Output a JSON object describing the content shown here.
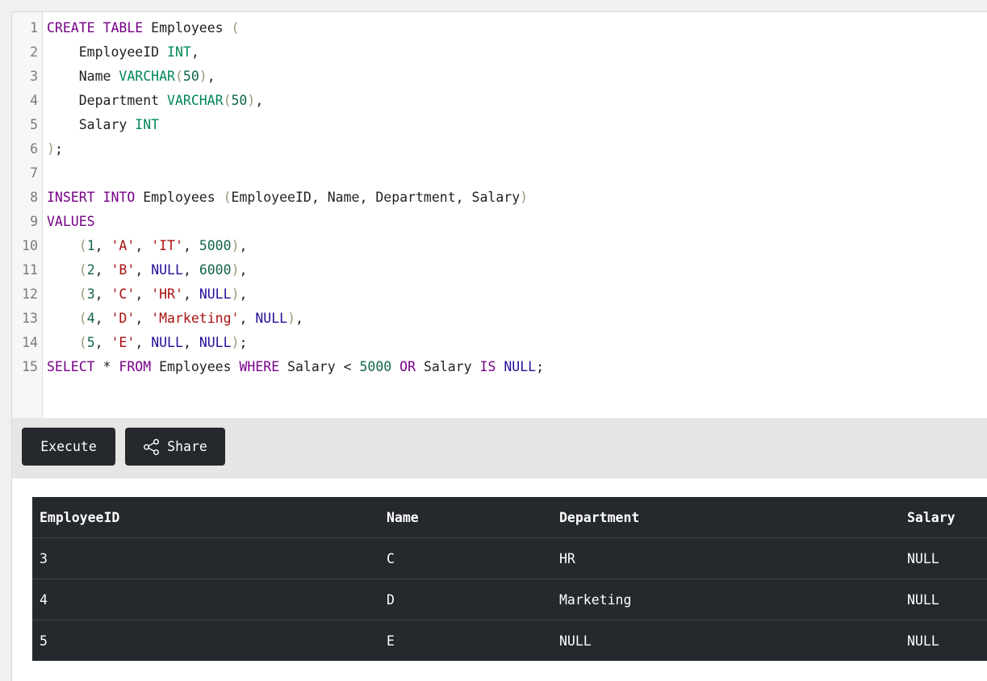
{
  "editor": {
    "line_numbers": [
      "1",
      "2",
      "3",
      "4",
      "5",
      "6",
      "7",
      "8",
      "9",
      "10",
      "11",
      "12",
      "13",
      "14",
      "15"
    ],
    "lines": [
      [
        {
          "t": "CREATE",
          "c": "kw"
        },
        {
          "t": " ",
          "c": "id"
        },
        {
          "t": "TABLE",
          "c": "kw"
        },
        {
          "t": " Employees ",
          "c": "id"
        },
        {
          "t": "(",
          "c": "pn"
        }
      ],
      [
        {
          "t": "    EmployeeID ",
          "c": "id"
        },
        {
          "t": "INT",
          "c": "ty"
        },
        {
          "t": ",",
          "c": "id"
        }
      ],
      [
        {
          "t": "    Name ",
          "c": "id"
        },
        {
          "t": "VARCHAR",
          "c": "ty"
        },
        {
          "t": "(",
          "c": "pn"
        },
        {
          "t": "50",
          "c": "num"
        },
        {
          "t": ")",
          "c": "pn"
        },
        {
          "t": ",",
          "c": "id"
        }
      ],
      [
        {
          "t": "    Department ",
          "c": "id"
        },
        {
          "t": "VARCHAR",
          "c": "ty"
        },
        {
          "t": "(",
          "c": "pn"
        },
        {
          "t": "50",
          "c": "num"
        },
        {
          "t": ")",
          "c": "pn"
        },
        {
          "t": ",",
          "c": "id"
        }
      ],
      [
        {
          "t": "    Salary ",
          "c": "id"
        },
        {
          "t": "INT",
          "c": "ty"
        }
      ],
      [
        {
          "t": ")",
          "c": "pn"
        },
        {
          "t": ";",
          "c": "id"
        }
      ],
      [],
      [
        {
          "t": "INSERT",
          "c": "kw"
        },
        {
          "t": " ",
          "c": "id"
        },
        {
          "t": "INTO",
          "c": "kw"
        },
        {
          "t": " Employees ",
          "c": "id"
        },
        {
          "t": "(",
          "c": "pn"
        },
        {
          "t": "EmployeeID, Name, Department, Salary",
          "c": "id"
        },
        {
          "t": ")",
          "c": "pn"
        }
      ],
      [
        {
          "t": "VALUES",
          "c": "kw"
        }
      ],
      [
        {
          "t": "    ",
          "c": "id"
        },
        {
          "t": "(",
          "c": "pn"
        },
        {
          "t": "1",
          "c": "num"
        },
        {
          "t": ", ",
          "c": "id"
        },
        {
          "t": "'A'",
          "c": "str"
        },
        {
          "t": ", ",
          "c": "id"
        },
        {
          "t": "'IT'",
          "c": "str"
        },
        {
          "t": ", ",
          "c": "id"
        },
        {
          "t": "5000",
          "c": "num"
        },
        {
          "t": ")",
          "c": "pn"
        },
        {
          "t": ",",
          "c": "id"
        }
      ],
      [
        {
          "t": "    ",
          "c": "id"
        },
        {
          "t": "(",
          "c": "pn"
        },
        {
          "t": "2",
          "c": "num"
        },
        {
          "t": ", ",
          "c": "id"
        },
        {
          "t": "'B'",
          "c": "str"
        },
        {
          "t": ", ",
          "c": "id"
        },
        {
          "t": "NULL",
          "c": "atom"
        },
        {
          "t": ", ",
          "c": "id"
        },
        {
          "t": "6000",
          "c": "num"
        },
        {
          "t": ")",
          "c": "pn"
        },
        {
          "t": ",",
          "c": "id"
        }
      ],
      [
        {
          "t": "    ",
          "c": "id"
        },
        {
          "t": "(",
          "c": "pn"
        },
        {
          "t": "3",
          "c": "num"
        },
        {
          "t": ", ",
          "c": "id"
        },
        {
          "t": "'C'",
          "c": "str"
        },
        {
          "t": ", ",
          "c": "id"
        },
        {
          "t": "'HR'",
          "c": "str"
        },
        {
          "t": ", ",
          "c": "id"
        },
        {
          "t": "NULL",
          "c": "atom"
        },
        {
          "t": ")",
          "c": "pn"
        },
        {
          "t": ",",
          "c": "id"
        }
      ],
      [
        {
          "t": "    ",
          "c": "id"
        },
        {
          "t": "(",
          "c": "pn"
        },
        {
          "t": "4",
          "c": "num"
        },
        {
          "t": ", ",
          "c": "id"
        },
        {
          "t": "'D'",
          "c": "str"
        },
        {
          "t": ", ",
          "c": "id"
        },
        {
          "t": "'Marketing'",
          "c": "str"
        },
        {
          "t": ", ",
          "c": "id"
        },
        {
          "t": "NULL",
          "c": "atom"
        },
        {
          "t": ")",
          "c": "pn"
        },
        {
          "t": ",",
          "c": "id"
        }
      ],
      [
        {
          "t": "    ",
          "c": "id"
        },
        {
          "t": "(",
          "c": "pn"
        },
        {
          "t": "5",
          "c": "num"
        },
        {
          "t": ", ",
          "c": "id"
        },
        {
          "t": "'E'",
          "c": "str"
        },
        {
          "t": ", ",
          "c": "id"
        },
        {
          "t": "NULL",
          "c": "atom"
        },
        {
          "t": ", ",
          "c": "id"
        },
        {
          "t": "NULL",
          "c": "atom"
        },
        {
          "t": ")",
          "c": "pn"
        },
        {
          "t": ";",
          "c": "id"
        }
      ],
      [
        {
          "t": "SELECT",
          "c": "kw"
        },
        {
          "t": " * ",
          "c": "id"
        },
        {
          "t": "FROM",
          "c": "kw"
        },
        {
          "t": " Employees ",
          "c": "id"
        },
        {
          "t": "WHERE",
          "c": "kw"
        },
        {
          "t": " Salary < ",
          "c": "id"
        },
        {
          "t": "5000",
          "c": "num"
        },
        {
          "t": " ",
          "c": "id"
        },
        {
          "t": "OR",
          "c": "kw"
        },
        {
          "t": " Salary ",
          "c": "id"
        },
        {
          "t": "IS",
          "c": "kw"
        },
        {
          "t": " ",
          "c": "id"
        },
        {
          "t": "NULL",
          "c": "atom"
        },
        {
          "t": ";",
          "c": "id"
        }
      ]
    ]
  },
  "toolbar": {
    "execute_label": "Execute",
    "share_label": "Share",
    "share_icon": "share-icon"
  },
  "results": {
    "columns": [
      "EmployeeID",
      "Name",
      "Department",
      "Salary"
    ],
    "rows": [
      [
        "3",
        "C",
        "HR",
        "NULL"
      ],
      [
        "4",
        "D",
        "Marketing",
        "NULL"
      ],
      [
        "5",
        "E",
        "NULL",
        "NULL"
      ]
    ]
  },
  "colors": {
    "button_bg": "#25282c",
    "table_bg": "#25282c",
    "toolbar_bg": "#e6e6e6",
    "keyword": "#770088",
    "type": "#008855",
    "number": "#116644",
    "string": "#aa1111",
    "null_atom": "#221199"
  }
}
